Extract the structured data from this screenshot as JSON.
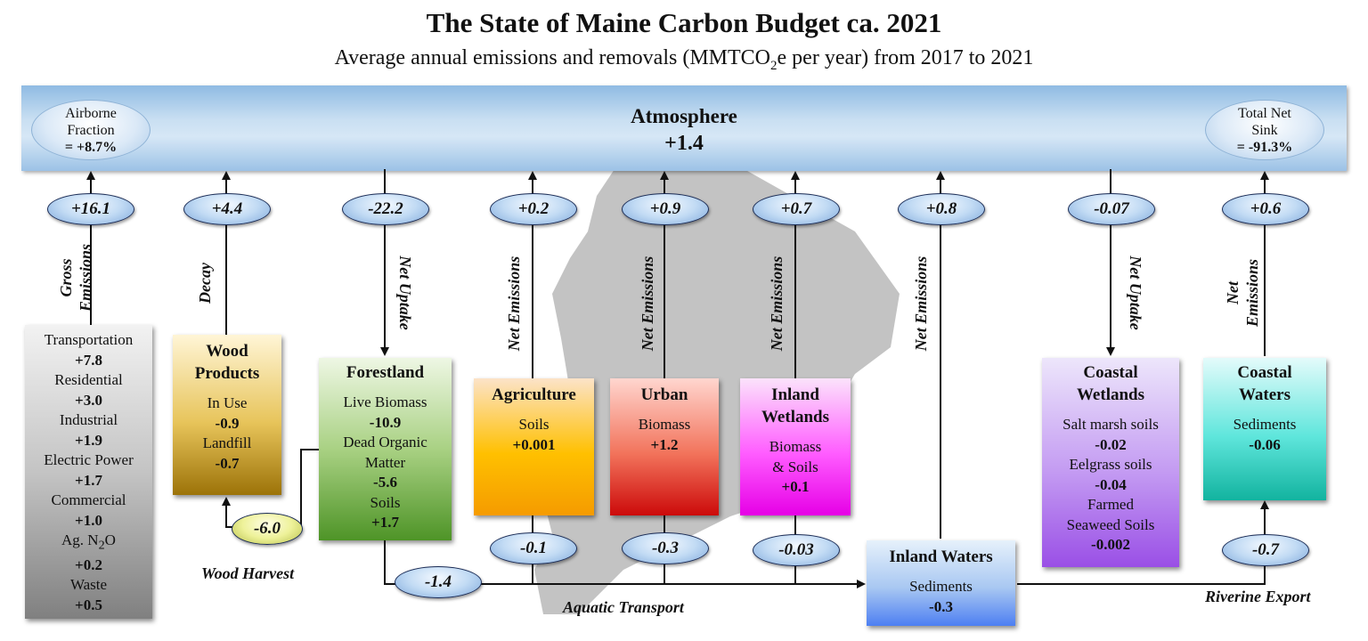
{
  "title": "The State of Maine Carbon Budget ca. 2021",
  "subtitle": {
    "pre": "Average annual emissions and removals (MMTCO",
    "sub": "2",
    "post": "e per year) from 2017 to 2021"
  },
  "atmosphere": {
    "label": "Atmosphere",
    "value": "+1.4"
  },
  "airborne_fraction": {
    "line1": "Airborne",
    "line2": "Fraction",
    "value": "= +8.7%"
  },
  "total_net_sink": {
    "line1": "Total Net",
    "line2": "Sink",
    "value": "= -91.3%"
  },
  "fluxes": [
    {
      "value": "+16.1",
      "label_line1": "Gross",
      "label_line2": "Emissions"
    },
    {
      "value": "+4.4",
      "label_line1": "Decay",
      "label_line2": ""
    },
    {
      "value": "-22.2",
      "label_line1": "Net Uptake",
      "label_line2": ""
    },
    {
      "value": "+0.2",
      "label_line1": "Net Emissions",
      "label_line2": ""
    },
    {
      "value": "+0.9",
      "label_line1": "Net Emissions",
      "label_line2": ""
    },
    {
      "value": "+0.7",
      "label_line1": "Net Emissions",
      "label_line2": ""
    },
    {
      "value": "+0.8",
      "label_line1": "Net Emissions",
      "label_line2": ""
    },
    {
      "value": "-0.07",
      "label_line1": "Net Uptake",
      "label_line2": ""
    },
    {
      "value": "+0.6",
      "label_line1": "Net",
      "label_line2": "Emissions"
    }
  ],
  "lower_fluxes": {
    "wood_harvest": "-6.0",
    "forest_transport": "-1.4",
    "agriculture_transport": "-0.1",
    "urban_transport": "-0.3",
    "wetlands_transport": "-0.03",
    "riverine": "-0.7"
  },
  "flow_labels": {
    "wood_harvest": "Wood Harvest",
    "aquatic_transport": "Aquatic Transport",
    "riverine_export": "Riverine Export"
  },
  "boxes": {
    "gross": {
      "items": [
        {
          "label": "Transportation",
          "value": "+7.8"
        },
        {
          "label": "Residential",
          "value": "+3.0"
        },
        {
          "label": "Industrial",
          "value": "+1.9"
        },
        {
          "label": "Electric Power",
          "value": "+1.7"
        },
        {
          "label": "Commercial",
          "value": "+1.0"
        },
        {
          "label": "Ag. N",
          "label_sub": "2",
          "label_post": "O",
          "value": "+0.2"
        },
        {
          "label": "Waste",
          "value": "+0.5"
        }
      ]
    },
    "wood_products": {
      "title1": "Wood",
      "title2": "Products",
      "items": [
        {
          "label": "In Use",
          "value": "-0.9"
        },
        {
          "label": "Landfill",
          "value": "-0.7"
        }
      ]
    },
    "forestland": {
      "title": "Forestland",
      "items": [
        {
          "label": "Live Biomass",
          "value": "-10.9"
        },
        {
          "label": "Dead Organic",
          "label2": "Matter",
          "value": "-5.6"
        },
        {
          "label": "Soils",
          "value": "+1.7"
        }
      ]
    },
    "agriculture": {
      "title": "Agriculture",
      "items": [
        {
          "label": "Soils",
          "value": "+0.001"
        }
      ]
    },
    "urban": {
      "title": "Urban",
      "items": [
        {
          "label": "Biomass",
          "value": "+1.2"
        }
      ]
    },
    "inland_wetlands": {
      "title1": "Inland",
      "title2": "Wetlands",
      "items": [
        {
          "label": "Biomass",
          "label2": "& Soils",
          "value": "+0.1"
        }
      ]
    },
    "inland_waters": {
      "title": "Inland Waters",
      "items": [
        {
          "label": "Sediments",
          "value": "-0.3"
        }
      ]
    },
    "coastal_wetlands": {
      "title1": "Coastal",
      "title2": "Wetlands",
      "items": [
        {
          "label": "Salt marsh soils",
          "value": "-0.02"
        },
        {
          "label": "Eelgrass soils",
          "value": "-0.04"
        },
        {
          "label": "Farmed",
          "label2": "Seaweed Soils",
          "value": "-0.002"
        }
      ]
    },
    "coastal_waters": {
      "title1": "Coastal",
      "title2": "Waters",
      "items": [
        {
          "label": "Sediments",
          "value": "-0.06"
        }
      ]
    }
  }
}
